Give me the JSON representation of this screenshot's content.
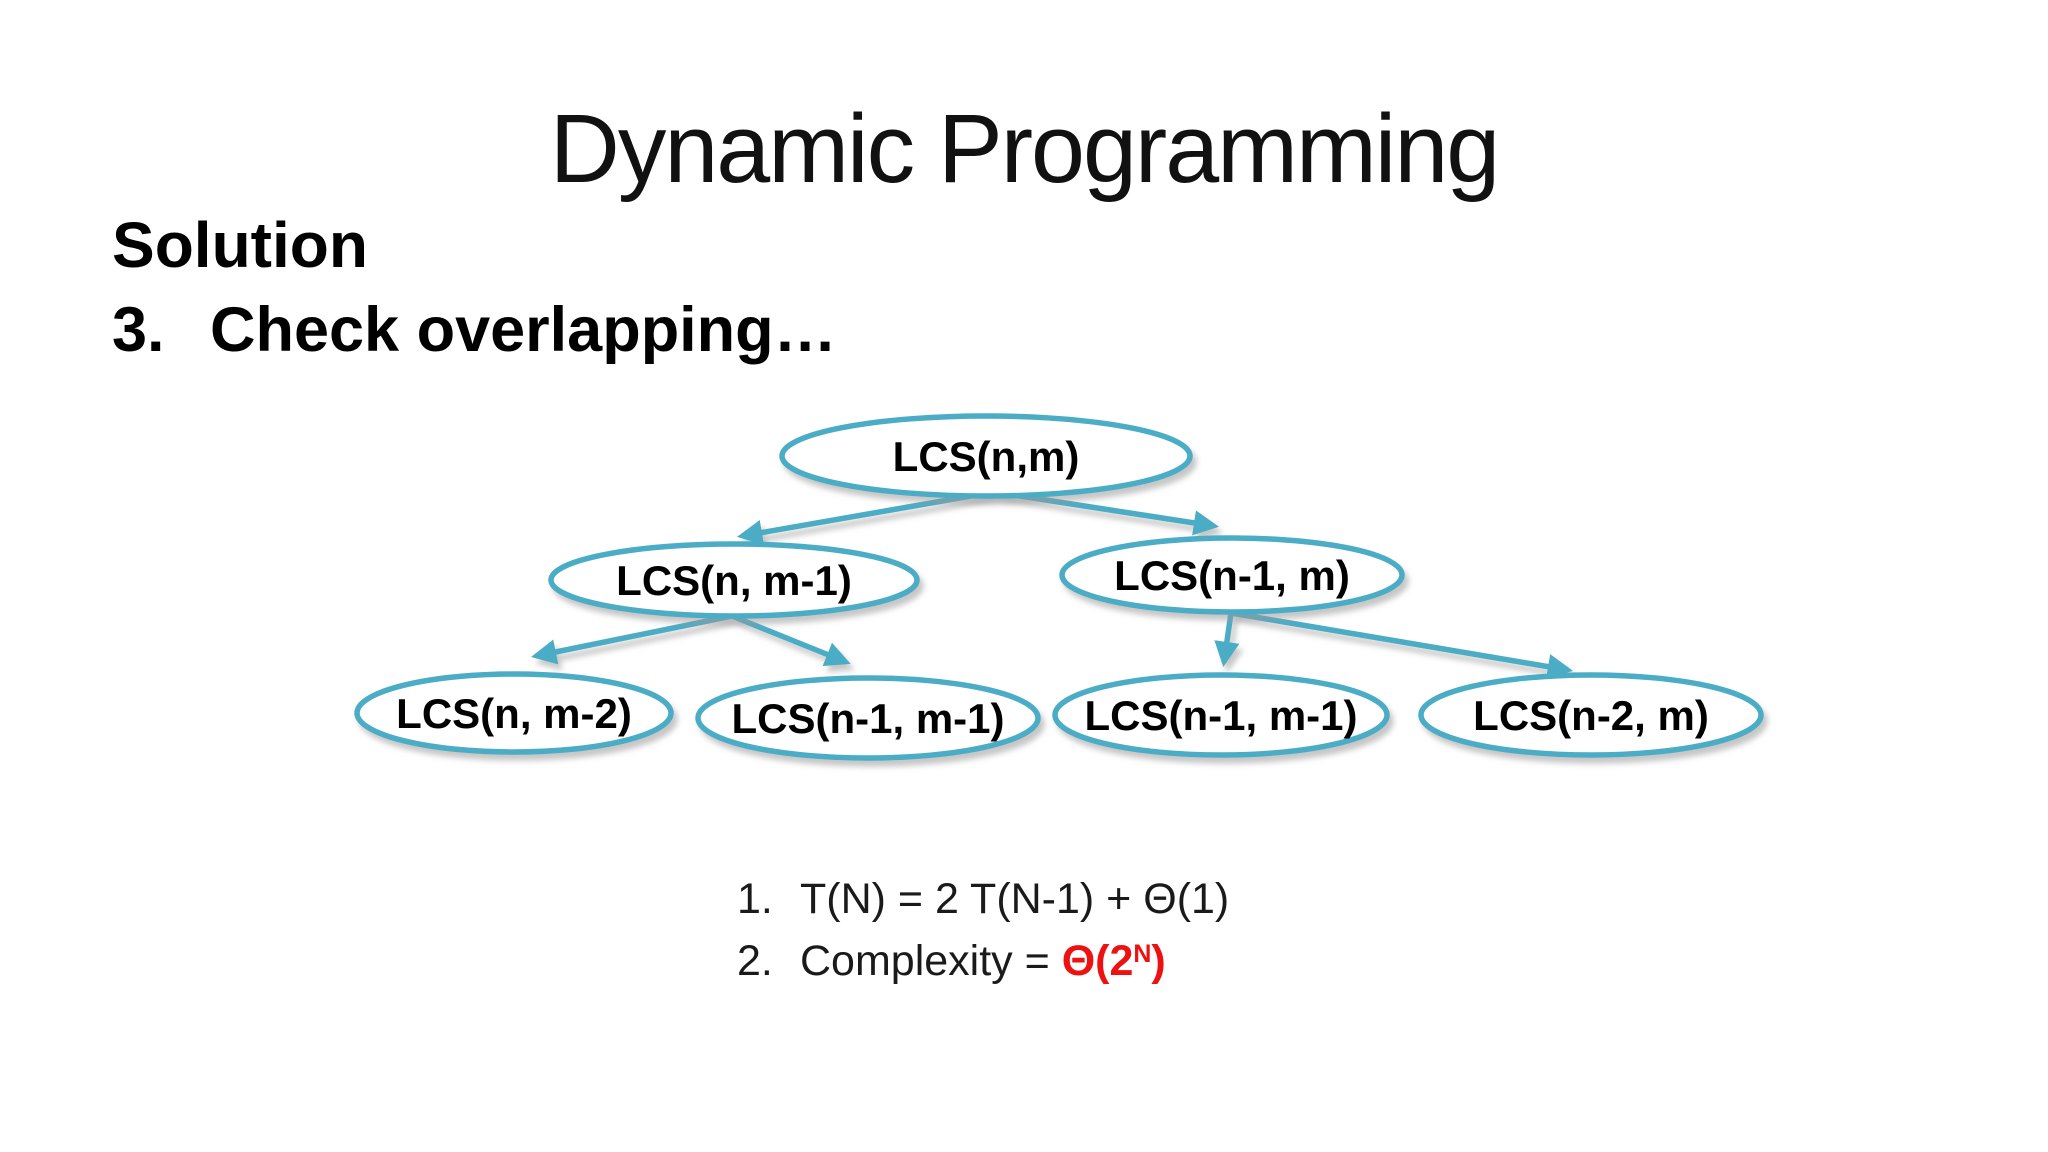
{
  "title": "Dynamic Programming",
  "section_heading": "Solution",
  "step": {
    "number": "3.",
    "text": "Check overlapping…"
  },
  "tree": {
    "nodes": [
      {
        "id": "root",
        "label": "LCS(n,m)"
      },
      {
        "id": "l2-left",
        "label": "LCS(n, m-1)"
      },
      {
        "id": "l2-right",
        "label": "LCS(n-1, m)"
      },
      {
        "id": "l3-1",
        "label": "LCS(n, m-2)"
      },
      {
        "id": "l3-2",
        "label": "LCS(n-1, m-1)"
      },
      {
        "id": "l3-3",
        "label": "LCS(n-1, m-1)"
      },
      {
        "id": "l3-4",
        "label": "LCS(n-2, m)"
      }
    ],
    "edges": [
      {
        "from": "root",
        "to": "l2-left"
      },
      {
        "from": "root",
        "to": "l2-right"
      },
      {
        "from": "l2-left",
        "to": "l3-1"
      },
      {
        "from": "l2-left",
        "to": "l3-2"
      },
      {
        "from": "l2-right",
        "to": "l3-3"
      },
      {
        "from": "l2-right",
        "to": "l3-4"
      }
    ]
  },
  "equations": [
    {
      "number": "1.",
      "text": "T(N) = 2 T(N-1) + Θ(1)"
    },
    {
      "number": "2.",
      "text": "Complexity = ",
      "highlight": {
        "base": "Θ(2",
        "sup": "N",
        "close": ")"
      }
    }
  ],
  "colors": {
    "node_stroke": "#4BACC6",
    "highlight_red": "#EE1111",
    "text": "#000000",
    "background": "#FFFFFF"
  }
}
